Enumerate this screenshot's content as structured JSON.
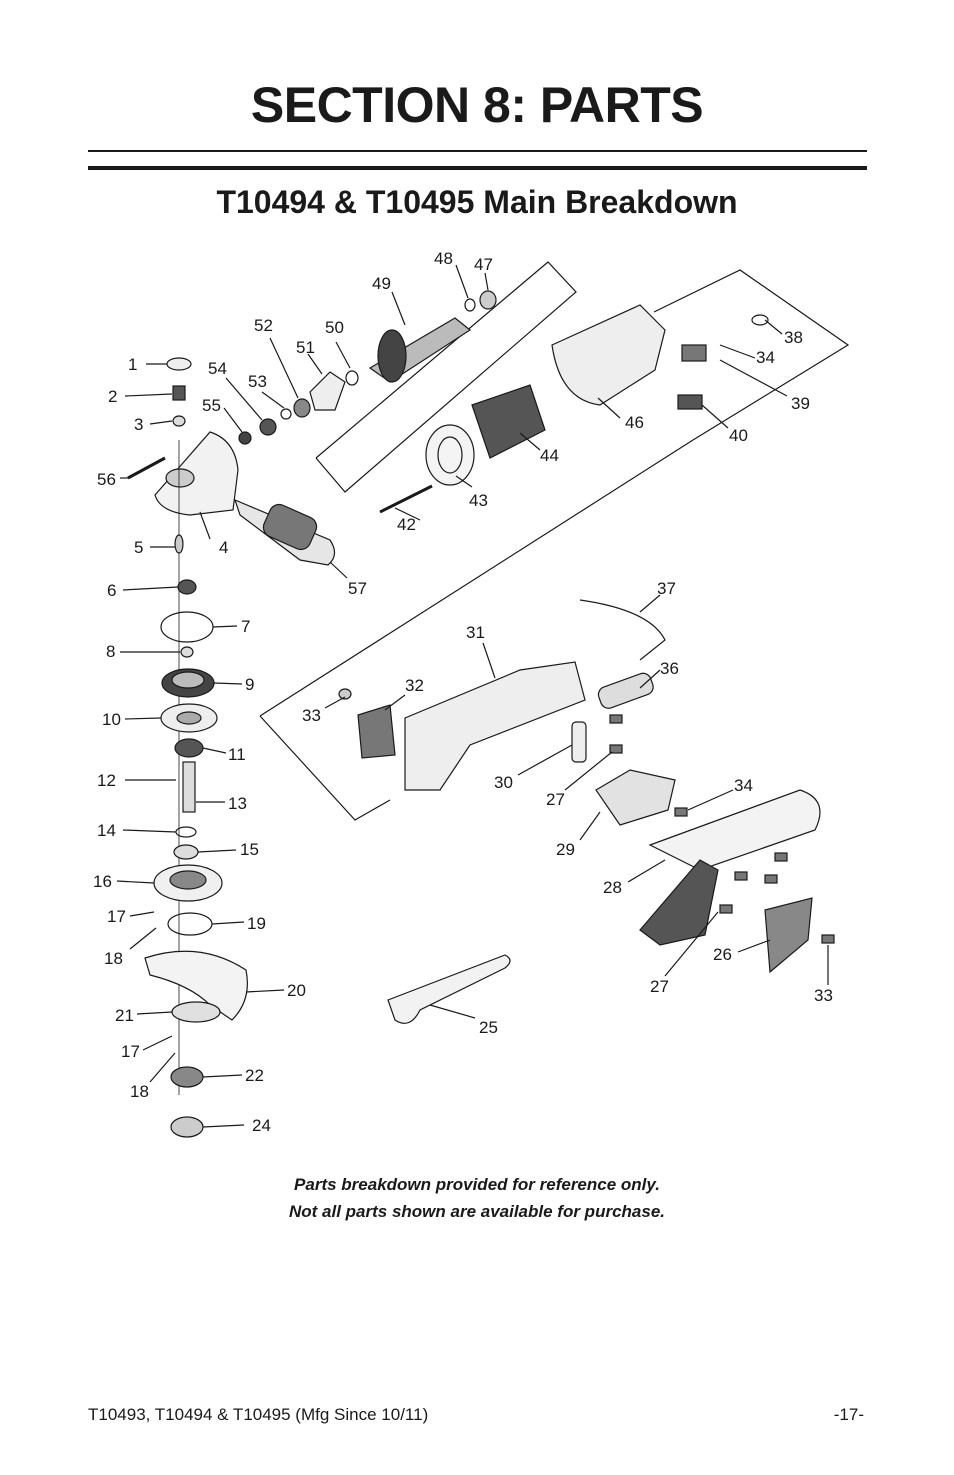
{
  "header": {
    "section_title": "SECTION 8: PARTS",
    "subtitle": "T10494 & T10495 Main Breakdown"
  },
  "diagram": {
    "callouts": [
      "1",
      "2",
      "3",
      "4",
      "5",
      "6",
      "7",
      "8",
      "9",
      "10",
      "11",
      "12",
      "13",
      "14",
      "15",
      "16",
      "17",
      "18",
      "19",
      "20",
      "21",
      "17",
      "18",
      "22",
      "24",
      "25",
      "26",
      "27",
      "28",
      "29",
      "30",
      "31",
      "32",
      "33",
      "33",
      "34",
      "34",
      "27",
      "36",
      "37",
      "38",
      "39",
      "40",
      "42",
      "43",
      "44",
      "46",
      "47",
      "48",
      "49",
      "50",
      "51",
      "52",
      "53",
      "54",
      "55",
      "56",
      "57"
    ]
  },
  "notes": {
    "line1": "Parts breakdown provided for reference only.",
    "line2": "Not all parts shown are available for purchase."
  },
  "footer": {
    "models": "T10493, T10494 & T10495 (Mfg Since 10/11)",
    "page": "-17-"
  }
}
